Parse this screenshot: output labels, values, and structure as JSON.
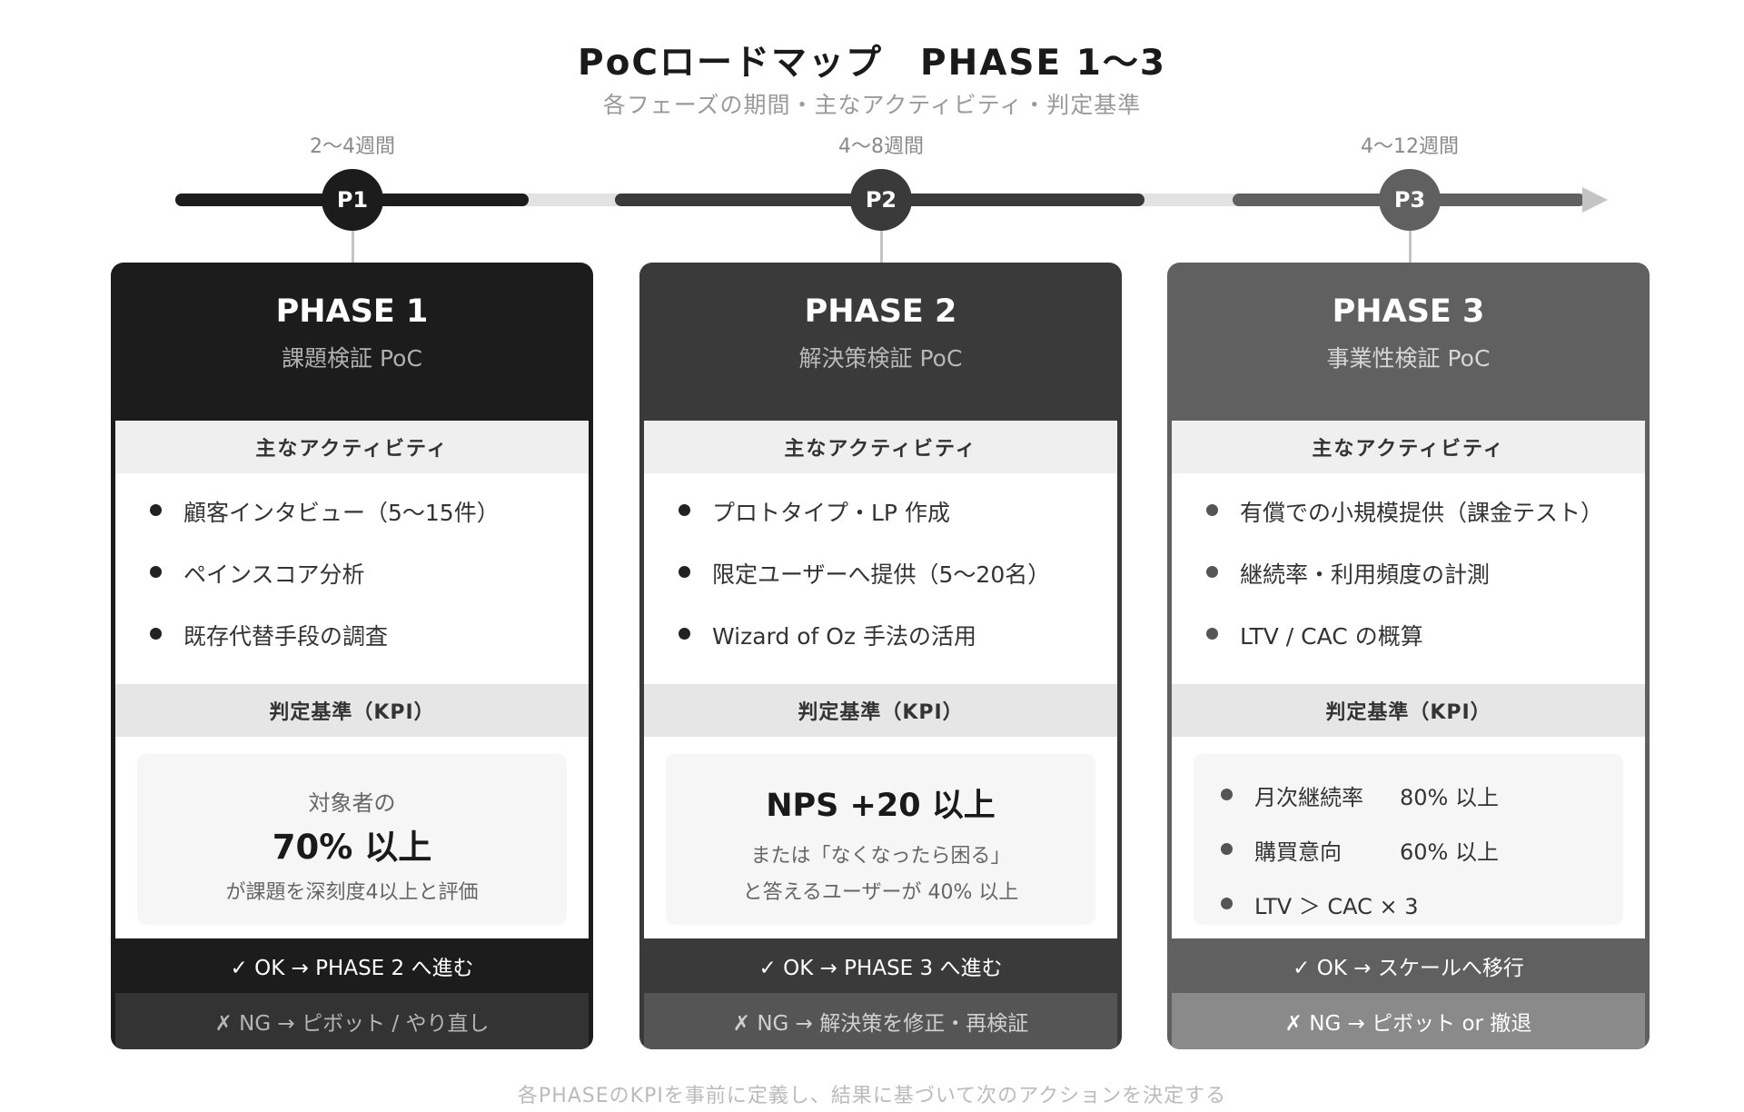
{
  "header": {
    "title": "PoCロードマップ　PHASE 1〜3",
    "subtitle": "各フェーズの期間・主なアクティビティ・判定基準"
  },
  "colors": {
    "phase1": "#1c1c1c",
    "phase2": "#3a3a3a",
    "phase3": "#606060",
    "track": "#e2e2e2"
  },
  "timeline": {
    "nodes": [
      {
        "label": "P1",
        "duration": "2〜4週間"
      },
      {
        "label": "P2",
        "duration": "4〜8週間"
      },
      {
        "label": "P3",
        "duration": "4〜12週間"
      }
    ]
  },
  "phases": [
    {
      "title": "PHASE 1",
      "subtitle": "課題検証 PoC",
      "activities_label": "主なアクティビティ",
      "activities": [
        "顧客インタビュー（5〜15件）",
        "ペインスコア分析",
        "既存代替手段の調査"
      ],
      "kpi_label": "判定基準（KPI）",
      "kpi": {
        "line1": "対象者の",
        "main": "70% 以上",
        "line2": "が課題を深刻度4以上と評価"
      },
      "ok": "✓ OK → PHASE 2 へ進む",
      "ng": "✗ NG → ピボット / やり直し"
    },
    {
      "title": "PHASE 2",
      "subtitle": "解決策検証 PoC",
      "activities_label": "主なアクティビティ",
      "activities": [
        "プロトタイプ・LP 作成",
        "限定ユーザーへ提供（5〜20名）",
        "Wizard of Oz 手法の活用"
      ],
      "kpi_label": "判定基準（KPI）",
      "kpi": {
        "main": "NPS +20 以上",
        "line1": "または「なくなったら困る」",
        "line2": "と答えるユーザーが 40% 以上"
      },
      "ok": "✓ OK → PHASE 3 へ進む",
      "ng": "✗ NG → 解決策を修正・再検証"
    },
    {
      "title": "PHASE 3",
      "subtitle": "事業性検証 PoC",
      "activities_label": "主なアクティビティ",
      "activities": [
        "有償での小規模提供（課金テスト）",
        "継続率・利用頻度の計測",
        "LTV / CAC の概算"
      ],
      "kpi_label": "判定基準（KPI）",
      "kpi": {
        "items": [
          {
            "label": "月次継続率",
            "value": "80% 以上"
          },
          {
            "label": "購買意向",
            "value": "60% 以上"
          },
          {
            "label": "LTV ＞ CAC × 3",
            "value": ""
          }
        ]
      },
      "ok": "✓ OK → スケールへ移行",
      "ng": "✗ NG → ピボット or 撤退"
    }
  ],
  "footer": "各PHASEのKPIを事前に定義し、結果に基づいて次のアクションを決定する"
}
